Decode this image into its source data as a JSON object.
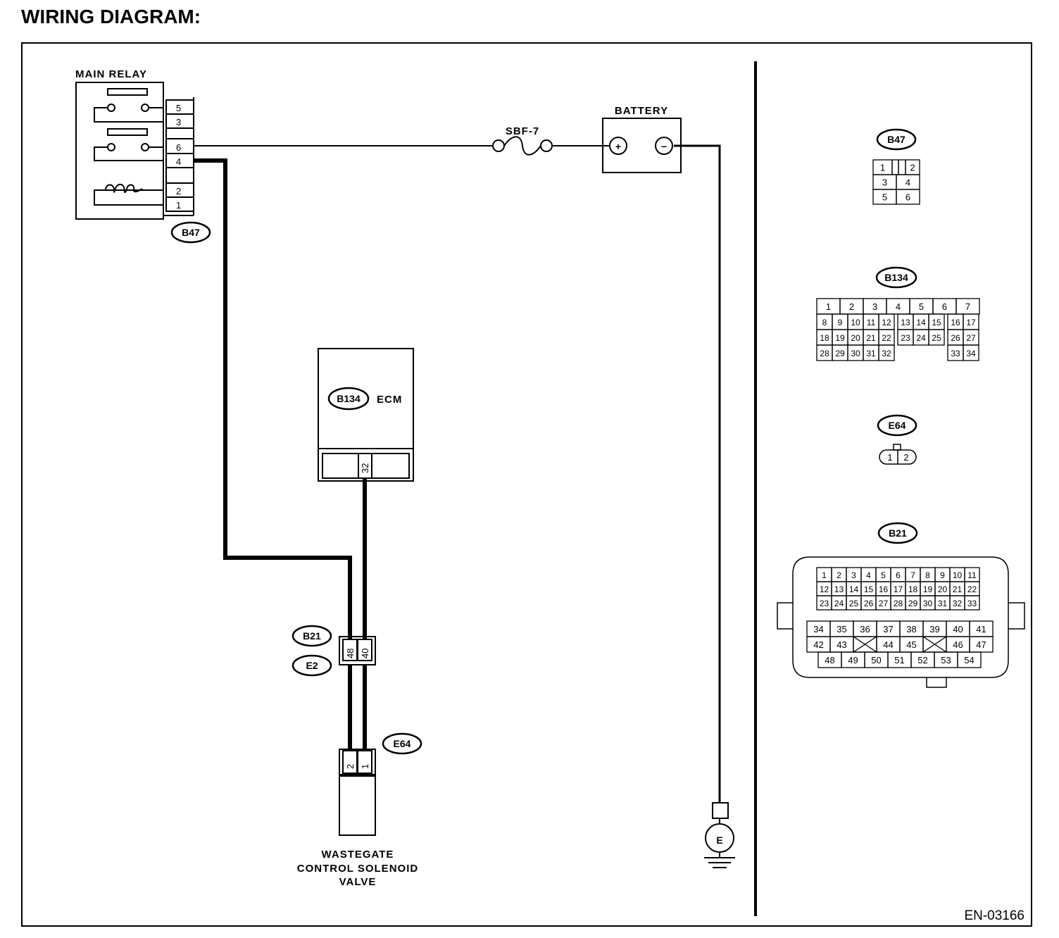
{
  "title": "WIRING DIAGRAM:",
  "labels": {
    "main_relay": "MAIN RELAY",
    "battery": "BATTERY",
    "fuse": "SBF-7",
    "ecm": "ECM",
    "valve_line1": "WASTEGATE",
    "valve_line2": "CONTROL SOLENOID",
    "valve_line3": "VALVE",
    "ground": "E",
    "battery_plus": "+",
    "battery_minus": "−"
  },
  "diagram_code": "EN-03166",
  "connector_badges": {
    "relay": "B47",
    "ecm": "B134",
    "joint_top": "B21",
    "joint_bottom": "E2",
    "valve": "E64"
  },
  "relay_pins": [
    "5",
    "3",
    "6",
    "4",
    "2",
    "1"
  ],
  "ecm_pin": "32",
  "joint_pins": [
    "48",
    "40"
  ],
  "valve_pins": [
    "2",
    "1"
  ],
  "connector_views": {
    "b47": {
      "badge": "B47",
      "pins": [
        "1",
        "2",
        "3",
        "4",
        "5",
        "6"
      ]
    },
    "b134": {
      "badge": "B134",
      "pins": [
        "1",
        "2",
        "3",
        "4",
        "5",
        "6",
        "7",
        "8",
        "9",
        "10",
        "11",
        "12",
        "13",
        "14",
        "15",
        "16",
        "17",
        "18",
        "19",
        "20",
        "21",
        "22",
        "23",
        "24",
        "25",
        "26",
        "27",
        "28",
        "29",
        "30",
        "31",
        "32",
        "33",
        "34"
      ]
    },
    "e64": {
      "badge": "E64",
      "pins": [
        "1",
        "2"
      ]
    },
    "b21": {
      "badge": "B21",
      "pins": [
        "1",
        "2",
        "3",
        "4",
        "5",
        "6",
        "7",
        "8",
        "9",
        "10",
        "11",
        "12",
        "13",
        "14",
        "15",
        "16",
        "17",
        "18",
        "19",
        "20",
        "21",
        "22",
        "23",
        "24",
        "25",
        "26",
        "27",
        "28",
        "29",
        "30",
        "31",
        "32",
        "33",
        "34",
        "35",
        "36",
        "37",
        "38",
        "39",
        "40",
        "41",
        "42",
        "43",
        "44",
        "45",
        "46",
        "47",
        "48",
        "49",
        "50",
        "51",
        "52",
        "53",
        "54"
      ]
    }
  }
}
